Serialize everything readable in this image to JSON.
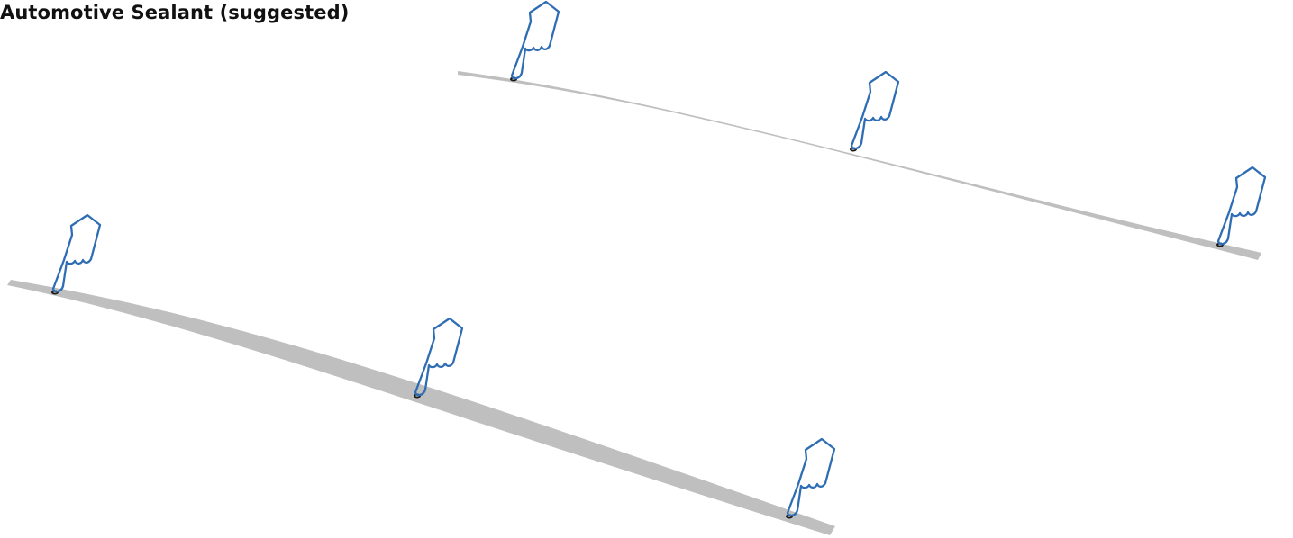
{
  "title": "Automotive Sealant (suggested)",
  "colors": {
    "strip": "#bfbfbf",
    "hand_stroke": "#2e6db4",
    "dot_outer": "#1a1a1a",
    "dot_inner": "#8c8c8c"
  },
  "icons": {
    "pointer": "pointing-hand-icon",
    "seal_point": "sealant-dot-icon"
  },
  "strips": [
    {
      "name": "upper-strip",
      "sealant_points": 3
    },
    {
      "name": "lower-strip",
      "sealant_points": 3
    }
  ]
}
